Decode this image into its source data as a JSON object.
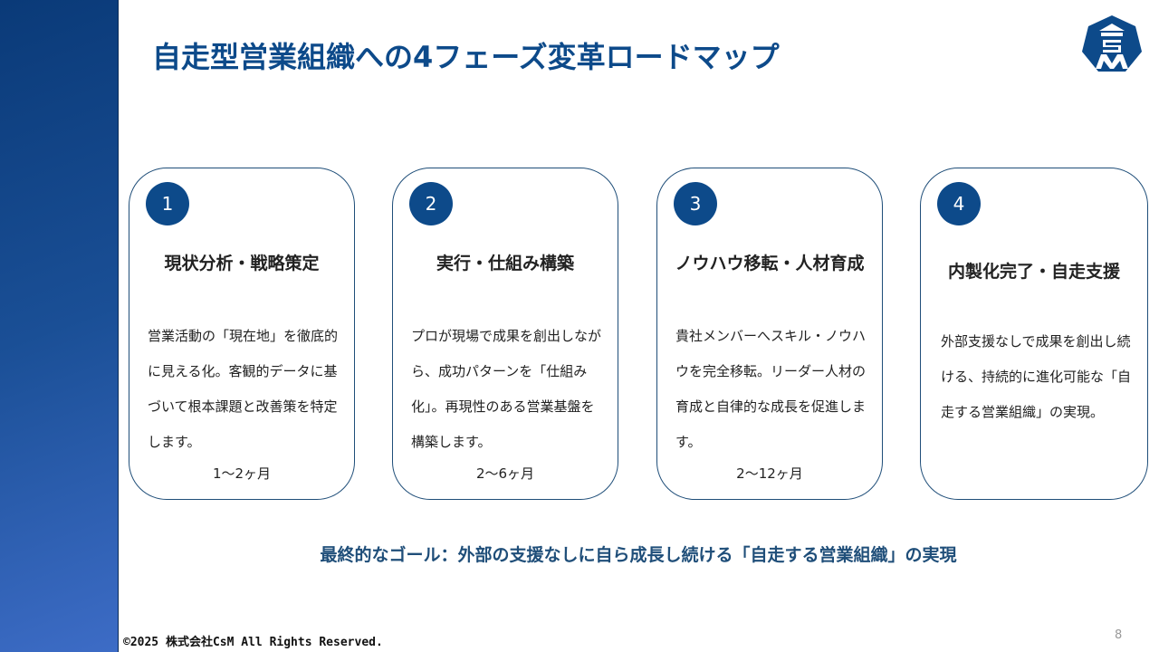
{
  "title": "自走型営業組織への4フェーズ変革ロードマップ",
  "logo_text": "CSM",
  "phases": [
    {
      "number": "1",
      "heading": "現状分析・戦略策定",
      "body": "営業活動の「現在地」を徹底的に見える化。客観的データに基づいて根本課題と改善策を特定します。",
      "duration": "1〜2ヶ月"
    },
    {
      "number": "2",
      "heading": "実行・仕組み構築",
      "body": "プロが現場で成果を創出しながら、成功パターンを「仕組み化」。再現性のある営業基盤を構築します。",
      "duration": "2〜6ヶ月"
    },
    {
      "number": "3",
      "heading": "ノウハウ移転・人材育成",
      "body": "貴社メンバーへスキル・ノウハウを完全移転。リーダー人材の育成と自律的な成長を促進します。",
      "duration": "2〜12ヶ月"
    },
    {
      "number": "4",
      "heading": "内製化完了・自走支援",
      "body": "外部支援なしで成果を創出し続ける、持続的に進化可能な「自走する営業組織」の実現。",
      "duration": ""
    }
  ],
  "goal": "最終的なゴール：外部の支援なしに自ら成長し続ける「自走する営業組織」の実現",
  "footer": "©2025 株式会社CsM  All Rights Reserved.",
  "page_number": "8",
  "colors": {
    "accent": "#0d4a8a",
    "border": "#1f4e79"
  }
}
